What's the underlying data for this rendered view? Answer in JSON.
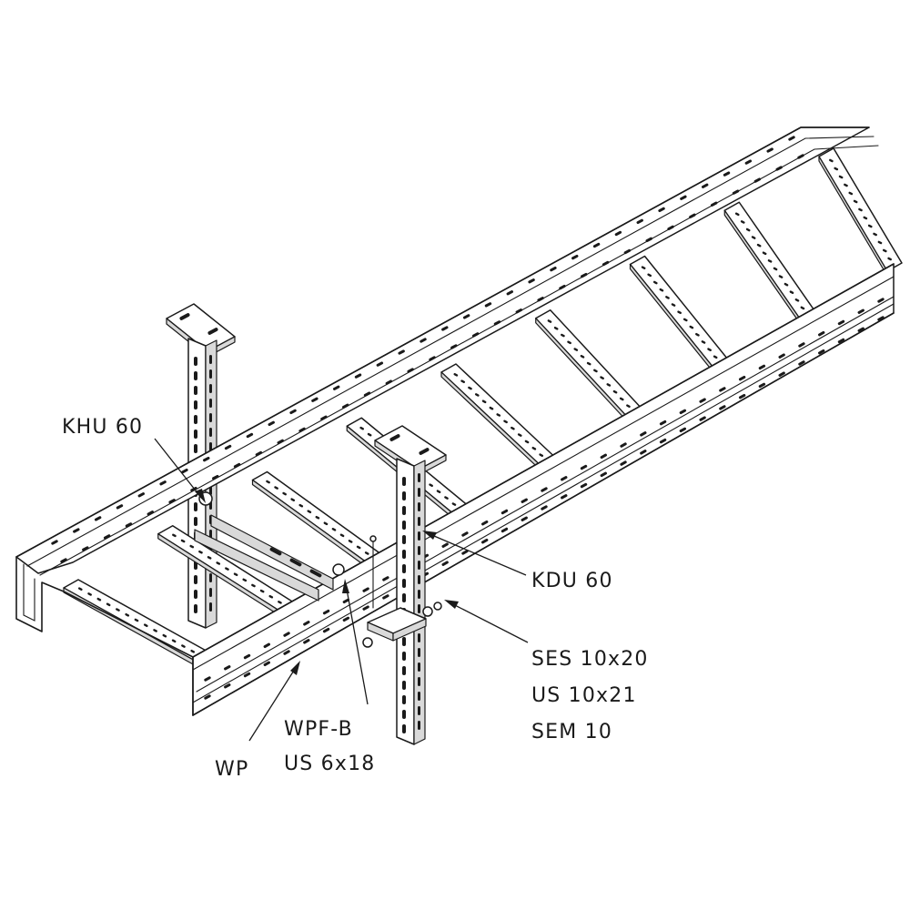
{
  "labels": {
    "khu": "KHU 60",
    "kdu": "KDU 60",
    "ses": "SES 10x20",
    "us_10x21": "US 10x21",
    "sem": "SEM 10",
    "wpf_b": "WPF-B",
    "us_6x18": "US 6x18",
    "wp": "WP"
  },
  "rung_count": 9,
  "colors": {
    "ink": "#1a1a1a",
    "paper": "#ffffff",
    "shade": "#d9d9d9"
  }
}
